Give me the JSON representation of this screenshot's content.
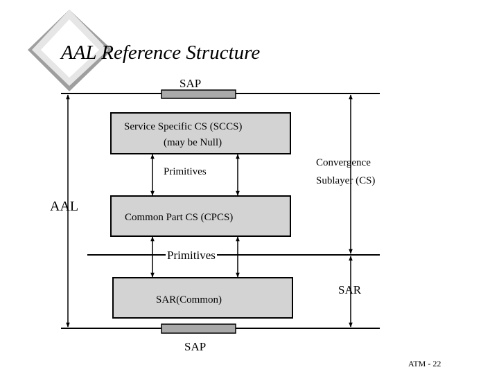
{
  "slide": {
    "title": "AAL Reference Structure",
    "footer": "ATM - 22"
  },
  "diagram": {
    "sap_top": "SAP",
    "sap_bottom": "SAP",
    "aal_label": "AAL",
    "sccs_box": {
      "line1": "Service Specific CS (SCCS)",
      "line2": "(may be Null)"
    },
    "primitives_upper": "Primitives",
    "cpcs_box": "Common Part CS (CPCS)",
    "primitives_lower": "Primitives",
    "sar_box": "SAR(Common)",
    "cs_label": {
      "line1": "Convergence",
      "line2": "Sublayer (CS)"
    },
    "sar_label": "SAR"
  },
  "colors": {
    "box_fill": "#d3d3d3",
    "sap_bar_fill": "#a9a9a9",
    "logo_face": "#e6e6e6",
    "logo_shadow": "#9e9e9e",
    "line": "#000000"
  },
  "icons": [
    "diamond-logo-icon"
  ]
}
